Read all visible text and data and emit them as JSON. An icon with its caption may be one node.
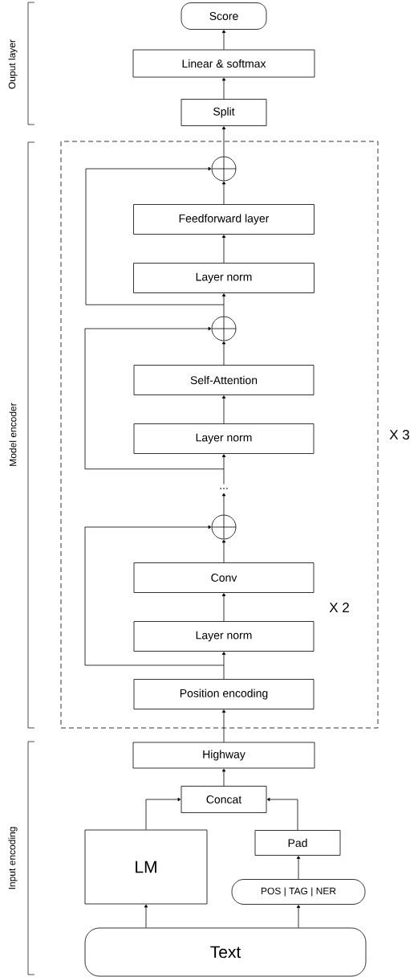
{
  "diagram": {
    "nodes": [
      {
        "text": [
          "Score"
        ]
      },
      {
        "text": [
          "Linear & softmax"
        ]
      },
      {
        "text": [
          "Split"
        ]
      },
      {
        "text": [],
        "shape": "box"
      },
      {
        "text": [],
        "shape": "circle",
        "in": 3
      },
      {
        "text": [
          "Feedforward layer"
        ],
        "in": 3
      },
      {
        "text": [
          "Layer norm"
        ],
        "in": 3
      },
      {
        "text": [],
        "shape": "circle",
        "in": 3
      },
      {
        "text": [
          "Self-Attention"
        ],
        "in": 3
      },
      {
        "text": [
          "Layer norm"
        ],
        "in": 3
      },
      {
        "text": [
          "..."
        ],
        "in": 3
      },
      {
        "text": [],
        "shape": "circle",
        "in": 3
      },
      {
        "text": [
          "Conv"
        ],
        "in": 3
      },
      {
        "text": [
          "Layer norm"
        ],
        "in": 3
      },
      {
        "text": [
          "Position encoding"
        ],
        "in": 3
      },
      {
        "text": [
          "Highway"
        ]
      },
      {
        "text": [
          "Concat"
        ]
      },
      {
        "text": [
          "LM"
        ]
      },
      {
        "text": [
          "Pad"
        ]
      },
      {
        "text": [
          "POS | TAG | NER"
        ]
      },
      {
        "text": [
          "Text"
        ]
      }
    ],
    "edges": [
      {
        "from": 1,
        "to": 0,
        "arrow": "to"
      },
      {
        "from": 2,
        "to": 1,
        "arrow": "to"
      },
      {
        "from": 4,
        "to": 2,
        "arrow": "to"
      },
      {
        "from": 5,
        "to": 4,
        "arrow": "to"
      },
      {
        "from": 6,
        "to": 5,
        "arrow": "to"
      },
      {
        "from": 7,
        "to": 6,
        "arrow": "to"
      },
      {
        "from": 7,
        "to": 4,
        "arrow": "to"
      },
      {
        "from": 8,
        "to": 7,
        "arrow": "to"
      },
      {
        "from": 9,
        "to": 8,
        "arrow": "to"
      },
      {
        "from": 10,
        "to": 9,
        "arrow": "to"
      },
      {
        "from": 10,
        "to": 7,
        "arrow": "to"
      },
      {
        "from": 11,
        "to": 10,
        "arrow": "to"
      },
      {
        "from": 12,
        "to": 11,
        "arrow": "to"
      },
      {
        "from": 13,
        "to": 12,
        "arrow": "to"
      },
      {
        "from": 14,
        "to": 13,
        "arrow": "to"
      },
      {
        "from": 14,
        "to": 11,
        "arrow": "to"
      },
      {
        "from": 15,
        "to": 14,
        "arrow": "to"
      },
      {
        "from": 16,
        "to": 15,
        "arrow": "to"
      },
      {
        "from": 17,
        "to": 16,
        "arrow": "to"
      },
      {
        "from": 18,
        "to": 16,
        "arrow": "to"
      },
      {
        "from": 19,
        "to": 18,
        "arrow": "to"
      },
      {
        "from": 20,
        "to": 17,
        "arrow": "to"
      },
      {
        "from": 20,
        "to": 19,
        "arrow": "to"
      }
    ],
    "labels": [
      "Ouput layer",
      "Model encoder",
      "X 3",
      "X 2",
      "Input encoding"
    ]
  }
}
